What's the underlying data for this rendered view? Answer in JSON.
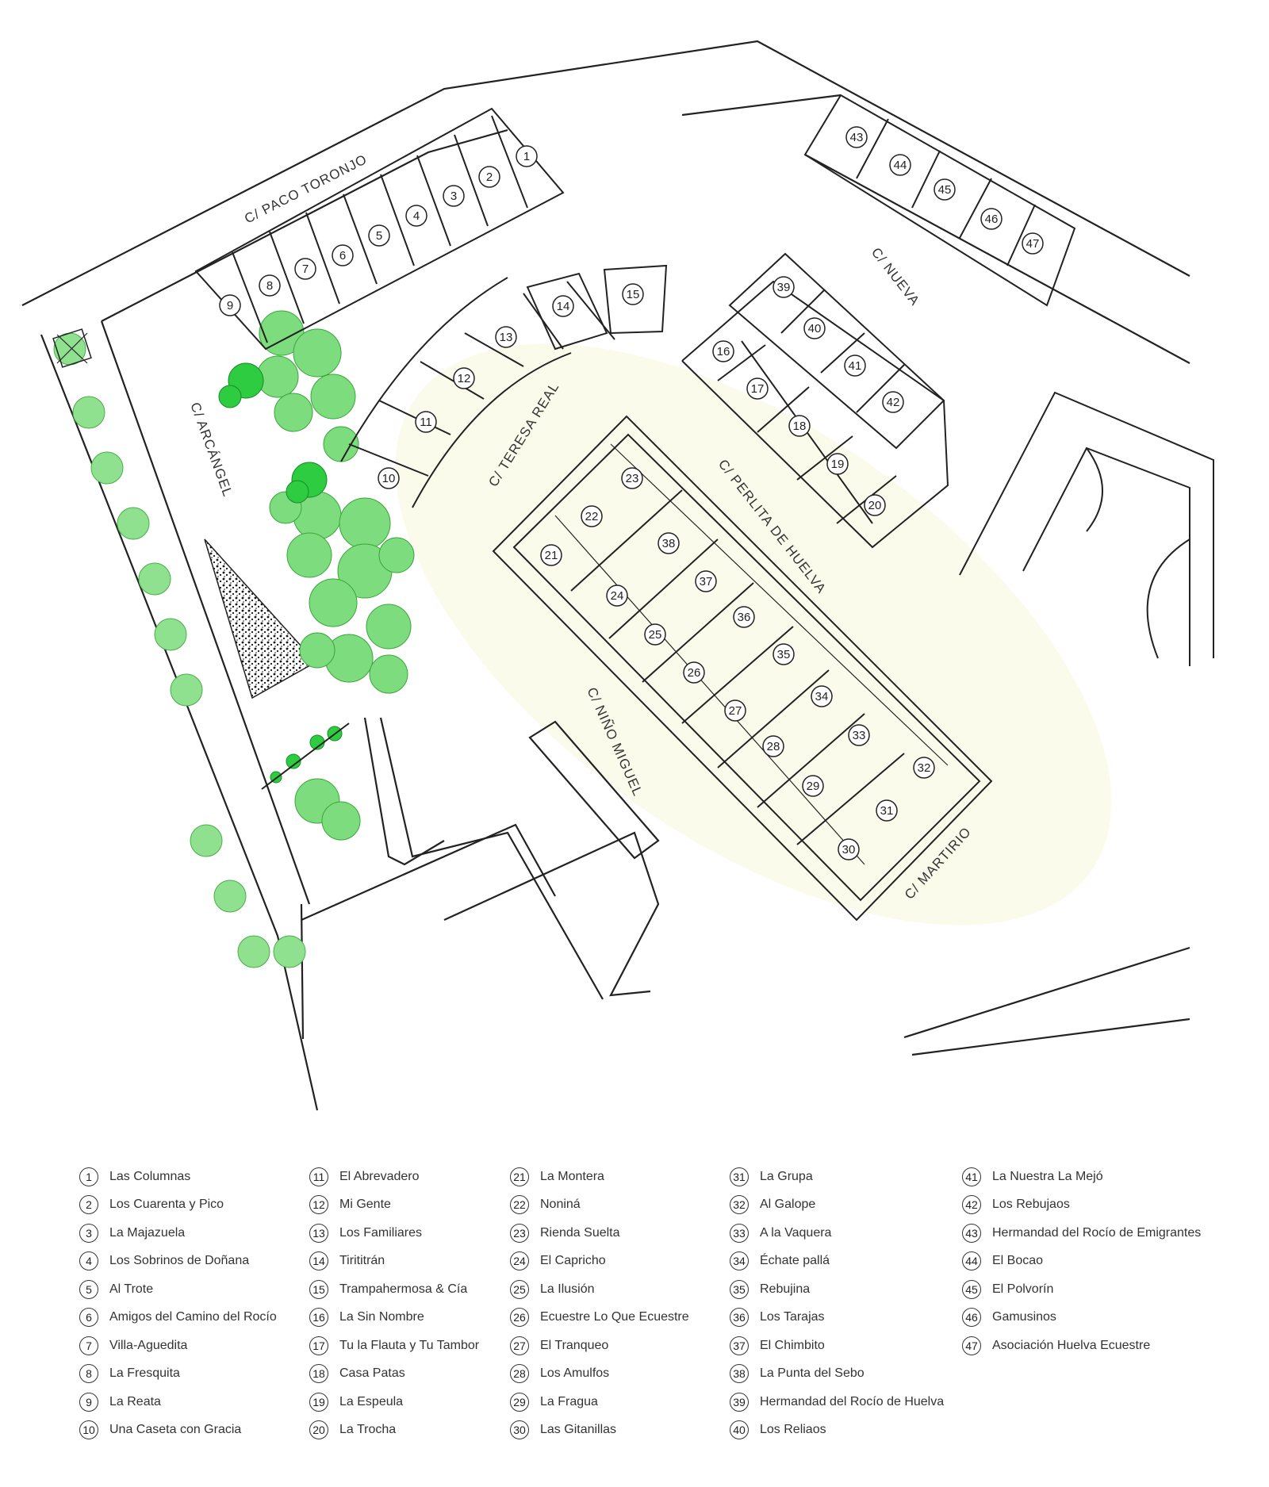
{
  "map": {
    "streets": {
      "paco_toronjo": "C/ PACO TORONJO",
      "arcangel": "C/ ARCÁNGEL",
      "teresa_real": "C/ TERESA REAL",
      "perlita": "C/ PERLITA DE HUELVA",
      "nueva": "C/ NUEVA",
      "nino_miguel": "C/ NIÑO MIGUEL",
      "martirio": "C/ MARTIRIO"
    },
    "colors": {
      "line": "#222222",
      "tree_light": "#7ddc7d",
      "tree_dark": "#2ecc40",
      "fair_ground": "#fbfbeb"
    }
  },
  "lots": [
    {
      "num": "1",
      "name": "Las Columnas"
    },
    {
      "num": "2",
      "name": "Los Cuarenta y Pico"
    },
    {
      "num": "3",
      "name": "La Majazuela"
    },
    {
      "num": "4",
      "name": "Los Sobrinos de Doñana"
    },
    {
      "num": "5",
      "name": "Al Trote"
    },
    {
      "num": "6",
      "name": "Amigos del Camino del Rocío"
    },
    {
      "num": "7",
      "name": "Villa-Aguedita"
    },
    {
      "num": "8",
      "name": "La Fresquita"
    },
    {
      "num": "9",
      "name": "La Reata"
    },
    {
      "num": "10",
      "name": "Una Caseta con Gracia"
    },
    {
      "num": "11",
      "name": "El Abrevadero"
    },
    {
      "num": "12",
      "name": "Mi Gente"
    },
    {
      "num": "13",
      "name": "Los Familiares"
    },
    {
      "num": "14",
      "name": "Tirititrán"
    },
    {
      "num": "15",
      "name": "Trampahermosa & Cía"
    },
    {
      "num": "16",
      "name": "La Sin Nombre"
    },
    {
      "num": "17",
      "name": "Tu la Flauta y Tu Tambor"
    },
    {
      "num": "18",
      "name": "Casa Patas"
    },
    {
      "num": "19",
      "name": "La Espeula"
    },
    {
      "num": "20",
      "name": "La Trocha"
    },
    {
      "num": "21",
      "name": "La Montera"
    },
    {
      "num": "22",
      "name": "Noniná"
    },
    {
      "num": "23",
      "name": "Rienda Suelta"
    },
    {
      "num": "24",
      "name": "El Capricho"
    },
    {
      "num": "25",
      "name": "La Ilusión"
    },
    {
      "num": "26",
      "name": "Ecuestre Lo Que Ecuestre"
    },
    {
      "num": "27",
      "name": "El Tranqueo"
    },
    {
      "num": "28",
      "name": "Los Amulfos"
    },
    {
      "num": "29",
      "name": "La Fragua"
    },
    {
      "num": "30",
      "name": "Las Gitanillas"
    },
    {
      "num": "31",
      "name": "La Grupa"
    },
    {
      "num": "32",
      "name": "Al Galope"
    },
    {
      "num": "33",
      "name": "A la Vaquera"
    },
    {
      "num": "34",
      "name": "Échate pallá"
    },
    {
      "num": "35",
      "name": "Rebujina"
    },
    {
      "num": "36",
      "name": "Los Tarajas"
    },
    {
      "num": "37",
      "name": "El Chimbito"
    },
    {
      "num": "38",
      "name": "La Punta del Sebo"
    },
    {
      "num": "39",
      "name": "Hermandad del Rocío de Huelva"
    },
    {
      "num": "40",
      "name": "Los Reliaos"
    },
    {
      "num": "41",
      "name": "La Nuestra La Mejó"
    },
    {
      "num": "42",
      "name": "Los Rebujaos"
    },
    {
      "num": "43",
      "name": "Hermandad del Rocío de Emigrantes"
    },
    {
      "num": "44",
      "name": "El Bocao"
    },
    {
      "num": "45",
      "name": "El Polvorín"
    },
    {
      "num": "46",
      "name": "Gamusinos"
    },
    {
      "num": "47",
      "name": "Asociación Huelva Ecuestre"
    }
  ]
}
